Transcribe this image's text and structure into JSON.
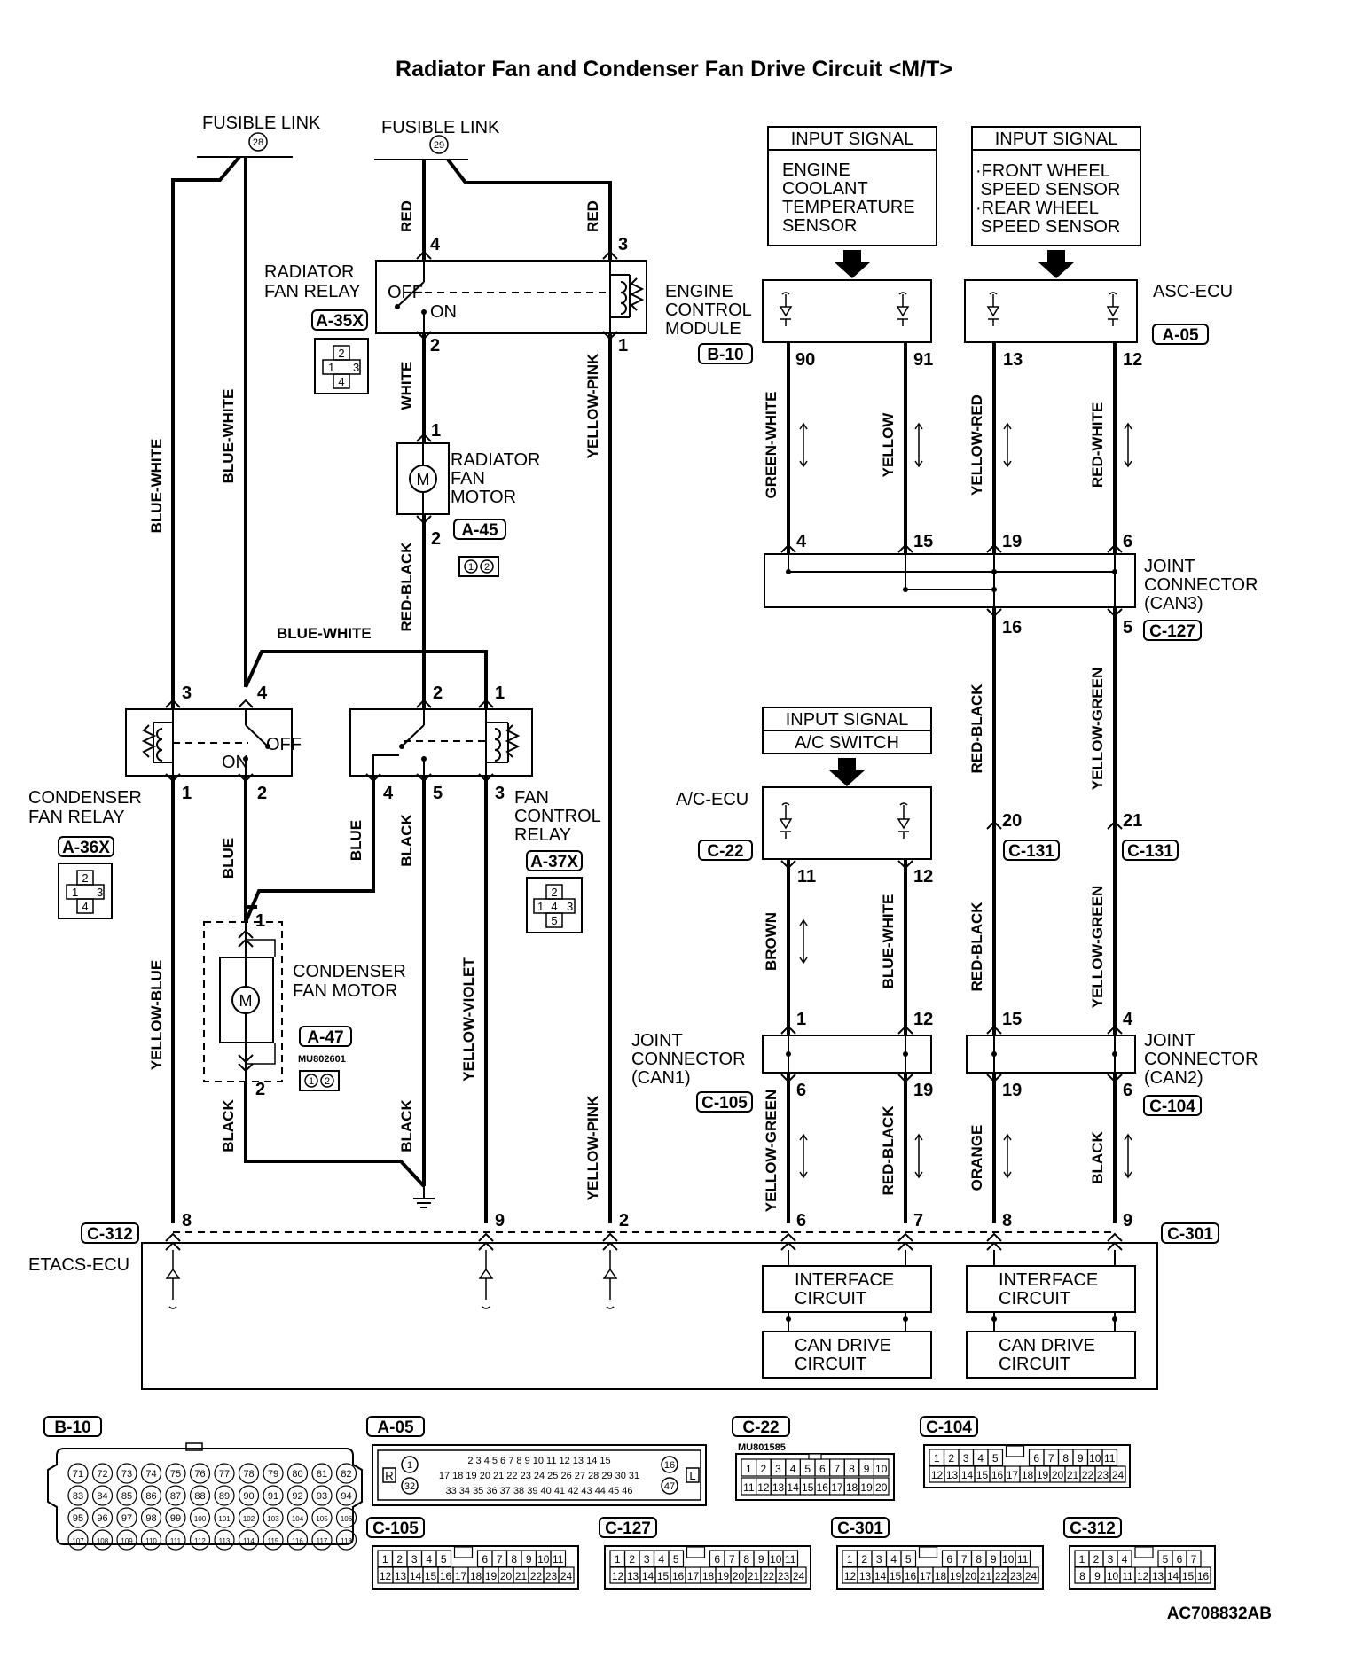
{
  "title": "Radiator Fan and Condenser Fan Drive Circuit <M/T>",
  "fusible_links": [
    {
      "text": "FUSIBLE LINK",
      "number": "28"
    },
    {
      "text": "FUSIBLE LINK",
      "number": "29"
    }
  ],
  "components": {
    "radiator_fan_relay": {
      "label_1": "RADIATOR",
      "label_2": "FAN RELAY",
      "connector": "A-35X",
      "off": "OFF",
      "on": "ON"
    },
    "radiator_fan_motor": {
      "label_1": "RADIATOR",
      "label_2": "FAN",
      "label_3": "MOTOR",
      "connector": "A-45"
    },
    "condenser_fan_relay": {
      "label_1": "CONDENSER",
      "label_2": "FAN RELAY",
      "connector": "A-36X",
      "off": "OFF",
      "on": "ON"
    },
    "fan_control_relay": {
      "label_1": "FAN",
      "label_2": "CONTROL",
      "label_3": "RELAY",
      "connector": "A-37X"
    },
    "condenser_fan_motor": {
      "label_1": "CONDENSER",
      "label_2": "FAN MOTOR",
      "connector": "A-47",
      "part_no": "MU802601"
    },
    "engine_control_module": {
      "label_1": "ENGINE",
      "label_2": "CONTROL",
      "label_3": "MODULE",
      "connector": "B-10"
    },
    "asc_ecu": {
      "label": "ASC-ECU",
      "connector": "A-05"
    },
    "ac_ecu": {
      "label": "A/C-ECU",
      "connector": "C-22"
    },
    "joint_can3": {
      "label_1": "JOINT",
      "label_2": "CONNECTOR",
      "label_3": "(CAN3)",
      "connector": "C-127"
    },
    "joint_can1": {
      "label_1": "JOINT",
      "label_2": "CONNECTOR",
      "label_3": "(CAN1)",
      "connector": "C-105"
    },
    "joint_can2": {
      "label_1": "JOINT",
      "label_2": "CONNECTOR",
      "label_3": "(CAN2)",
      "connector": "C-104"
    },
    "etacs_ecu": {
      "label": "ETACS-ECU",
      "connector_left": "C-312",
      "connector_right": "C-301"
    }
  },
  "input_signals": {
    "ecm": {
      "header": "INPUT SIGNAL",
      "lines": [
        "ENGINE",
        "COOLANT",
        "TEMPERATURE",
        "SENSOR"
      ]
    },
    "asc": {
      "header": "INPUT SIGNAL",
      "lines": [
        "·FRONT WHEEL",
        " SPEED SENSOR",
        "·REAR WHEEL",
        " SPEED SENSOR"
      ]
    },
    "ac": {
      "header": "INPUT SIGNAL",
      "line": "A/C SWITCH"
    }
  },
  "circuits": {
    "interface": [
      "INTERFACE",
      "CIRCUIT"
    ],
    "can_drive": [
      "CAN DRIVE",
      "CIRCUIT"
    ]
  },
  "wires": {
    "red": "RED",
    "white": "WHITE",
    "red_black": "RED-BLACK",
    "yellow_pink": "YELLOW-PINK",
    "blue_white": "BLUE-WHITE",
    "blue": "BLUE",
    "black": "BLACK",
    "yellow_blue": "YELLOW-BLUE",
    "yellow_violet": "YELLOW-VIOLET",
    "green_white": "GREEN-WHITE",
    "yellow": "YELLOW",
    "yellow_red": "YELLOW-RED",
    "red_white": "RED-WHITE",
    "yellow_green": "YELLOW-GREEN",
    "brown": "BROWN",
    "orange": "ORANGE"
  },
  "pins": {
    "rfr_4": "4",
    "rfr_3": "3",
    "rfr_2": "2",
    "rfr_1": "1",
    "rfm_1": "1",
    "rfm_2": "2",
    "cfr_3": "3",
    "cfr_4": "4",
    "cfr_1": "1",
    "cfr_2": "2",
    "fcr_2": "2",
    "fcr_1": "1",
    "fcr_4": "4",
    "fcr_5": "5",
    "fcr_3": "3",
    "cfm_1": "1",
    "cfm_2": "2",
    "ecm_90": "90",
    "ecm_91": "91",
    "asc_13": "13",
    "asc_12": "12",
    "can3_4": "4",
    "can3_15": "15",
    "can3_19": "19",
    "can3_6": "6",
    "can3_16": "16",
    "can3_5": "5",
    "c131_20": "20",
    "c131_21": "21",
    "ac_11": "11",
    "ac_12": "12",
    "can1_1": "1",
    "can1_12": "12",
    "can1_6": "6",
    "can1_19": "19",
    "can2_15": "15",
    "can2_4": "4",
    "can2_19": "19",
    "can2_6": "6",
    "et_8": "8",
    "et_9": "9",
    "et_2": "2",
    "et_6": "6",
    "et_7": "7",
    "et_8b": "8",
    "et_9b": "9"
  },
  "c131": "C-131",
  "views": {
    "b10": {
      "label": "B-10",
      "rows": [
        [
          "71",
          "72",
          "73",
          "74",
          "75",
          "76",
          "77",
          "78",
          "79",
          "80",
          "81",
          "82"
        ],
        [
          "83",
          "84",
          "85",
          "86",
          "87",
          "88",
          "89",
          "90",
          "91",
          "92",
          "93",
          "94"
        ],
        [
          "95",
          "96",
          "97",
          "98",
          "99",
          "100",
          "101",
          "102",
          "103",
          "104",
          "105",
          "106"
        ],
        [
          "107",
          "108",
          "109",
          "110",
          "111",
          "112",
          "113",
          "114",
          "115",
          "116",
          "117",
          "118"
        ]
      ]
    },
    "a05": {
      "label": "A-05",
      "r": "R",
      "l": "L",
      "p1": "1",
      "p32": "32",
      "p16": "16",
      "p47": "47",
      "rows": [
        "2 3 4 5 6 7 8 9 10 11 12 13 14 15",
        "17 18 19 20 21 22 23 24 25 26 27 28 29 30 31",
        "33 34 35 36 37 38 39 40 41 42 43 44 45 46"
      ]
    },
    "c22": {
      "label": "C-22",
      "part_no": "MU801585",
      "top": [
        "1",
        "2",
        "3",
        "4",
        "5",
        "6",
        "7",
        "8",
        "9",
        "10"
      ],
      "bottom": [
        "11",
        "12",
        "13",
        "14",
        "15",
        "16",
        "17",
        "18",
        "19",
        "20"
      ]
    },
    "c104": {
      "label": "C-104"
    },
    "c105": {
      "label": "C-105"
    },
    "c127": {
      "label": "C-127"
    },
    "c301": {
      "label": "C-301"
    },
    "c312": {
      "label": "C-312",
      "top": [
        "1",
        "2",
        "3",
        "4",
        "5",
        "6",
        "7"
      ],
      "bottom": [
        "8",
        "9",
        "10",
        "11",
        "12",
        "13",
        "14",
        "15",
        "16"
      ]
    },
    "c24_top": [
      "1",
      "2",
      "3",
      "4",
      "5",
      "6",
      "7",
      "8",
      "9",
      "10",
      "11"
    ],
    "c24_bottom": [
      "12",
      "13",
      "14",
      "15",
      "16",
      "17",
      "18",
      "19",
      "20",
      "21",
      "22",
      "23",
      "24"
    ]
  },
  "mini_relay": {
    "p1": "1",
    "p2": "2",
    "p3": "3",
    "p4": "4",
    "p5": "5"
  },
  "mini_motor": {
    "p1": "1",
    "p2": "2"
  },
  "figure_code": "AC708832AB"
}
